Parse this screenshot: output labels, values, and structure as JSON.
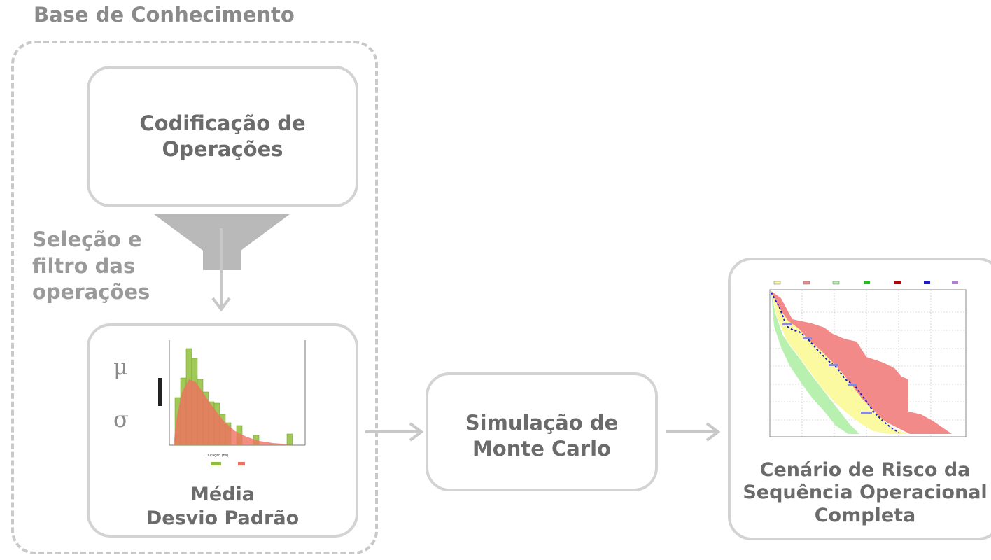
{
  "knowledge_base": {
    "title": "Base de Conhecimento"
  },
  "coding_box": {
    "label_line1": "Codificação de",
    "label_line2": "Operações"
  },
  "selection": {
    "line1": "Seleção e",
    "line2": "filtro das",
    "line3": "operações"
  },
  "stats_box": {
    "mu": "μ",
    "sigma": "σ",
    "label_line1": "Média",
    "label_line2": "Desvio Padrão"
  },
  "simulation_box": {
    "label_line1": "Simulação de",
    "label_line2": "Monte Carlo"
  },
  "risk_box": {
    "label_line1": "Cenário de Risco da",
    "label_line2": "Sequência Operacional",
    "label_line3": "Completa"
  },
  "colors": {
    "border_gray": "#d3d3d3",
    "text_gray": "#6b6b6b",
    "arrow_gray": "#c8c8c8",
    "histogram_green": "#8fbf3a",
    "histogram_red": "#f07060",
    "risk_red": "#f28a8a",
    "risk_yellow": "#fbfaa0",
    "risk_green": "#b8f0b0",
    "risk_blue": "#3a3ac8"
  }
}
